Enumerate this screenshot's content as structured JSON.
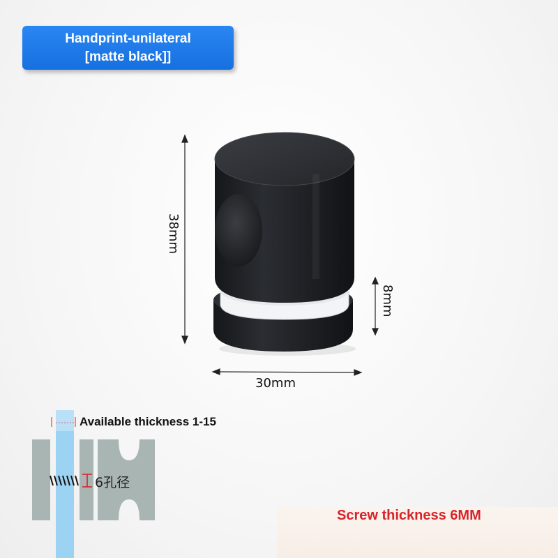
{
  "title": {
    "line1": "Handprint-unilateral",
    "line2": "[matte black]]",
    "bg_color": "#1d78e8"
  },
  "dimensions": {
    "height": "38mm",
    "base_height": "8mm",
    "width": "30mm"
  },
  "thickness_note": "Available thickness 1-15",
  "hole_note": "6孔径",
  "screw_note": "Screw thickness 6MM",
  "colors": {
    "product": "#1e2024",
    "glass": "#9cd3f2",
    "plate": "#a9b5b3",
    "screw_text": "#d8232a"
  }
}
